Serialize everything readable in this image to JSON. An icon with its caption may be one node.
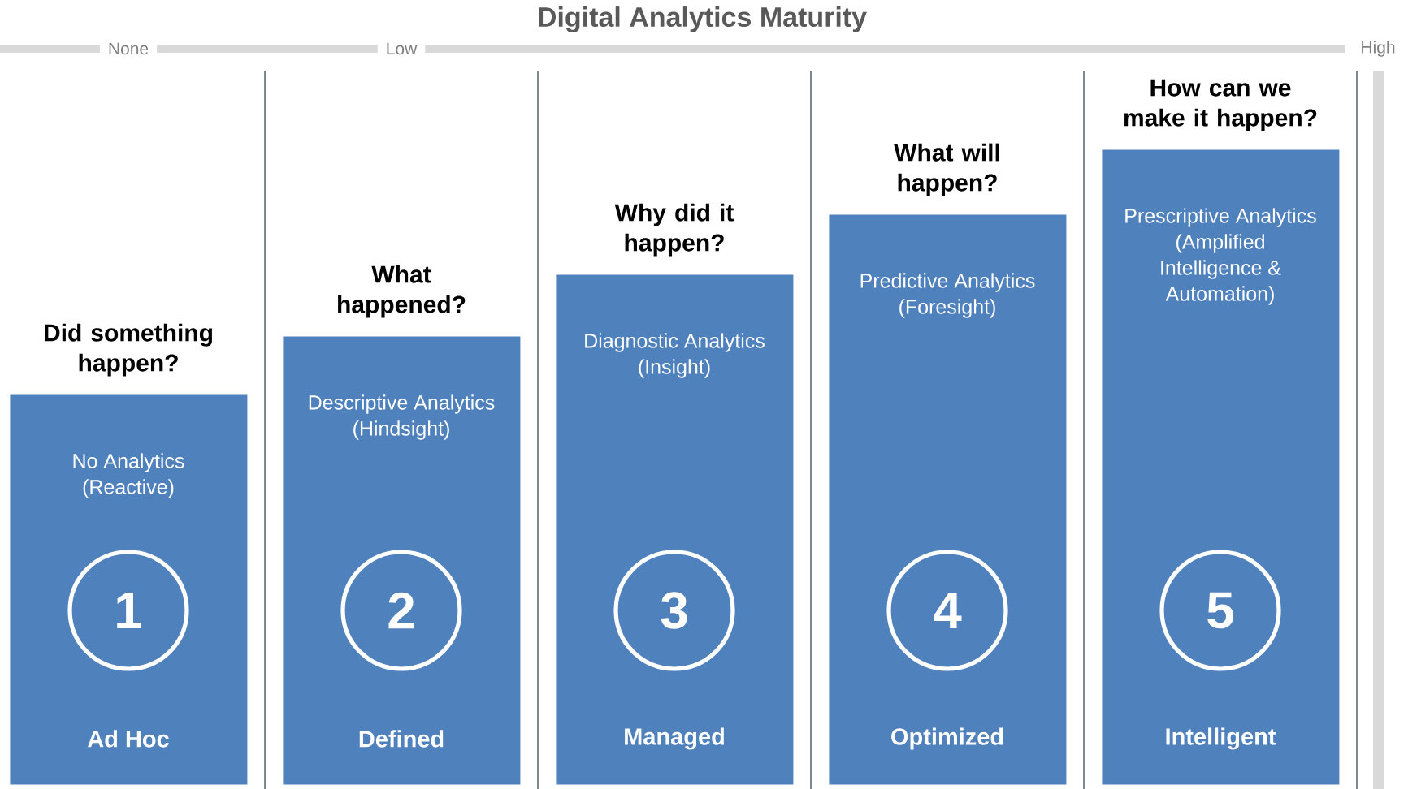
{
  "diagram": {
    "title": "Digital Analytics Maturity",
    "nodes": [
      {
        "text": [
          "Did something happen?",
          "No Analytics (Reactive)",
          "Ad Hoc"
        ]
      },
      {
        "text": [
          "1"
        ],
        "in": 0
      },
      {
        "text": [
          "What happened?",
          "Descriptive Analytics (Hindsight)",
          "Defined"
        ]
      },
      {
        "text": [
          "2"
        ],
        "in": 2
      },
      {
        "text": [
          "Why did it happen?",
          "Diagnostic Analytics (Insight)",
          "Managed"
        ]
      },
      {
        "text": [
          "3"
        ],
        "in": 4
      },
      {
        "text": [
          "What will happen?",
          "Predictive Analytics (Foresight)",
          "Optimized"
        ]
      },
      {
        "text": [
          "4"
        ],
        "in": 6
      },
      {
        "text": [
          "How can we make it happen?",
          "Prescriptive Analytics (Amplified Intelligence & Automation)",
          "Intelligent"
        ]
      },
      {
        "text": [
          "5"
        ],
        "in": 8
      }
    ],
    "labels": [
      "None",
      "Low",
      "High"
    ]
  }
}
